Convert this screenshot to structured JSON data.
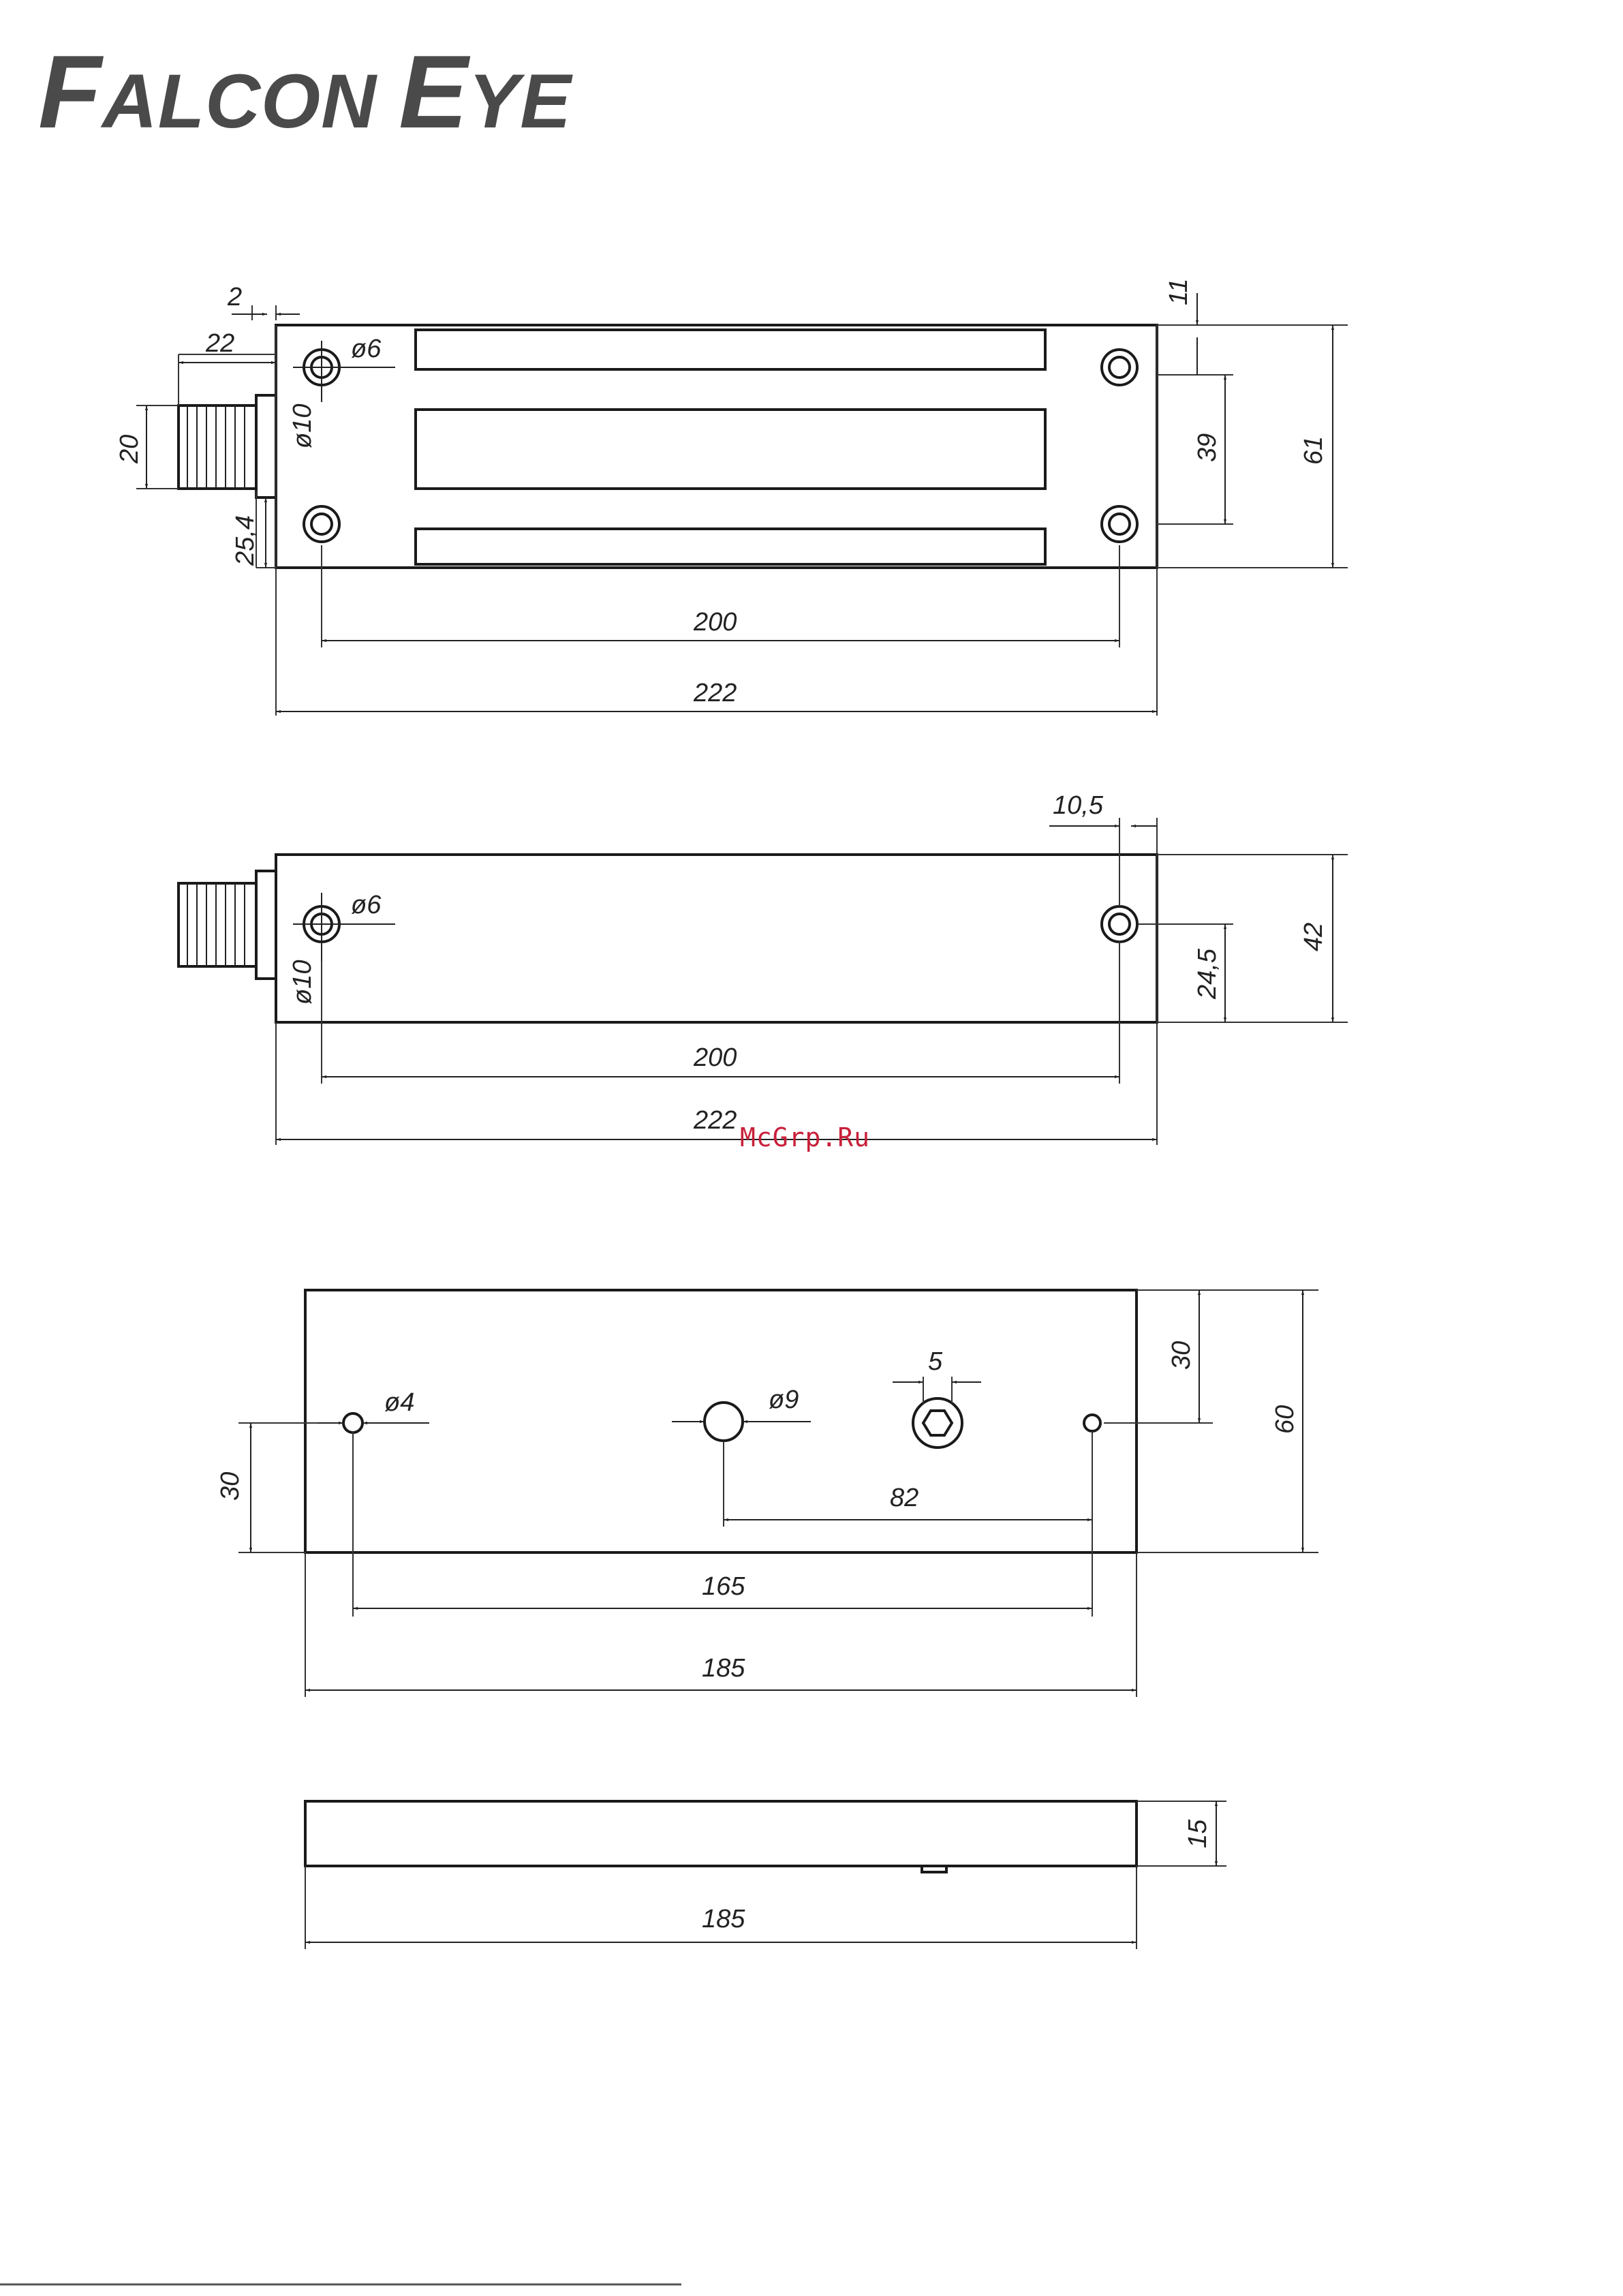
{
  "brand": {
    "logo_text": "FALCON EYE",
    "color": "#4a4a4a"
  },
  "watermark": {
    "text": "McGrp.Ru",
    "color": "#c8203a"
  },
  "views": {
    "top_view": {
      "dims": {
        "offset_2": "2",
        "offset_22": "22",
        "height_20": "20",
        "diam_6": "ø6",
        "diam_10": "ø10",
        "dim_25_4": "25,4",
        "dim_11": "11",
        "dim_39": "39",
        "dim_61": "61",
        "dim_200": "200",
        "dim_222": "222"
      }
    },
    "side_view": {
      "dims": {
        "dim_10_5": "10,5",
        "diam_6": "ø6",
        "diam_10": "ø10",
        "dim_24_5": "24,5",
        "dim_42": "42",
        "dim_200": "200",
        "dim_222": "222"
      }
    },
    "plate_view": {
      "dims": {
        "diam_4": "ø4",
        "diam_9": "ø9",
        "dim_5": "5",
        "dim_30_top": "30",
        "dim_60": "60",
        "dim_30_left": "30",
        "dim_82": "82",
        "dim_165": "165",
        "dim_185": "185"
      }
    },
    "plate_side_view": {
      "dims": {
        "dim_15": "15",
        "dim_185": "185"
      }
    }
  }
}
